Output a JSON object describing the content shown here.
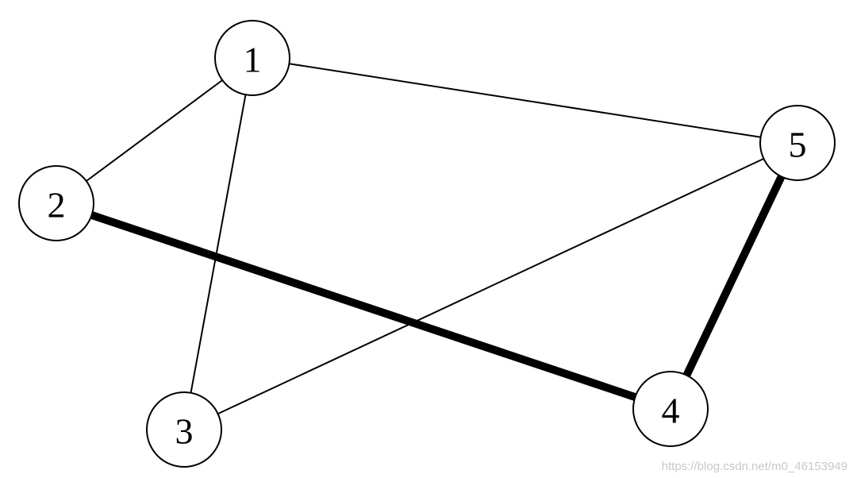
{
  "graph": {
    "nodes": [
      {
        "id": "1",
        "label": "1"
      },
      {
        "id": "2",
        "label": "2"
      },
      {
        "id": "3",
        "label": "3"
      },
      {
        "id": "4",
        "label": "4"
      },
      {
        "id": "5",
        "label": "5"
      }
    ],
    "edges": [
      {
        "from": "1",
        "to": "2",
        "highlighted": false
      },
      {
        "from": "1",
        "to": "3",
        "highlighted": false
      },
      {
        "from": "1",
        "to": "5",
        "highlighted": false
      },
      {
        "from": "3",
        "to": "5",
        "highlighted": false
      },
      {
        "from": "2",
        "to": "4",
        "highlighted": true
      },
      {
        "from": "4",
        "to": "5",
        "highlighted": true
      }
    ]
  },
  "watermark": "https://blog.csdn.net/m0_46153949"
}
